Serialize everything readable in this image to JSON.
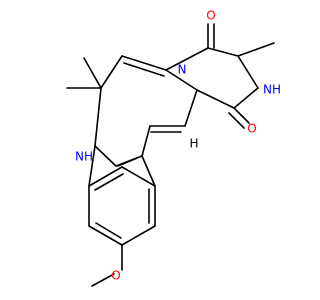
{
  "molecule": {
    "atom_labels": [
      {
        "id": "o_ketone_top",
        "text": "O",
        "element": "O"
      },
      {
        "id": "o_ketone_right",
        "text": "O",
        "element": "O"
      },
      {
        "id": "n_ring",
        "text": "N",
        "element": "N"
      },
      {
        "id": "nh_amide",
        "text": "NH",
        "element": "N"
      },
      {
        "id": "nh_indole",
        "text": "NH",
        "element": "N"
      },
      {
        "id": "h_vinyl",
        "text": "H",
        "element": "H"
      },
      {
        "id": "o_methoxy",
        "text": "O",
        "element": "O"
      }
    ],
    "colors": {
      "bond": "#000000",
      "oxygen": "#ff0000",
      "nitrogen": "#0000ff",
      "hydrogen": "#000000",
      "background": "#ffffff"
    }
  }
}
